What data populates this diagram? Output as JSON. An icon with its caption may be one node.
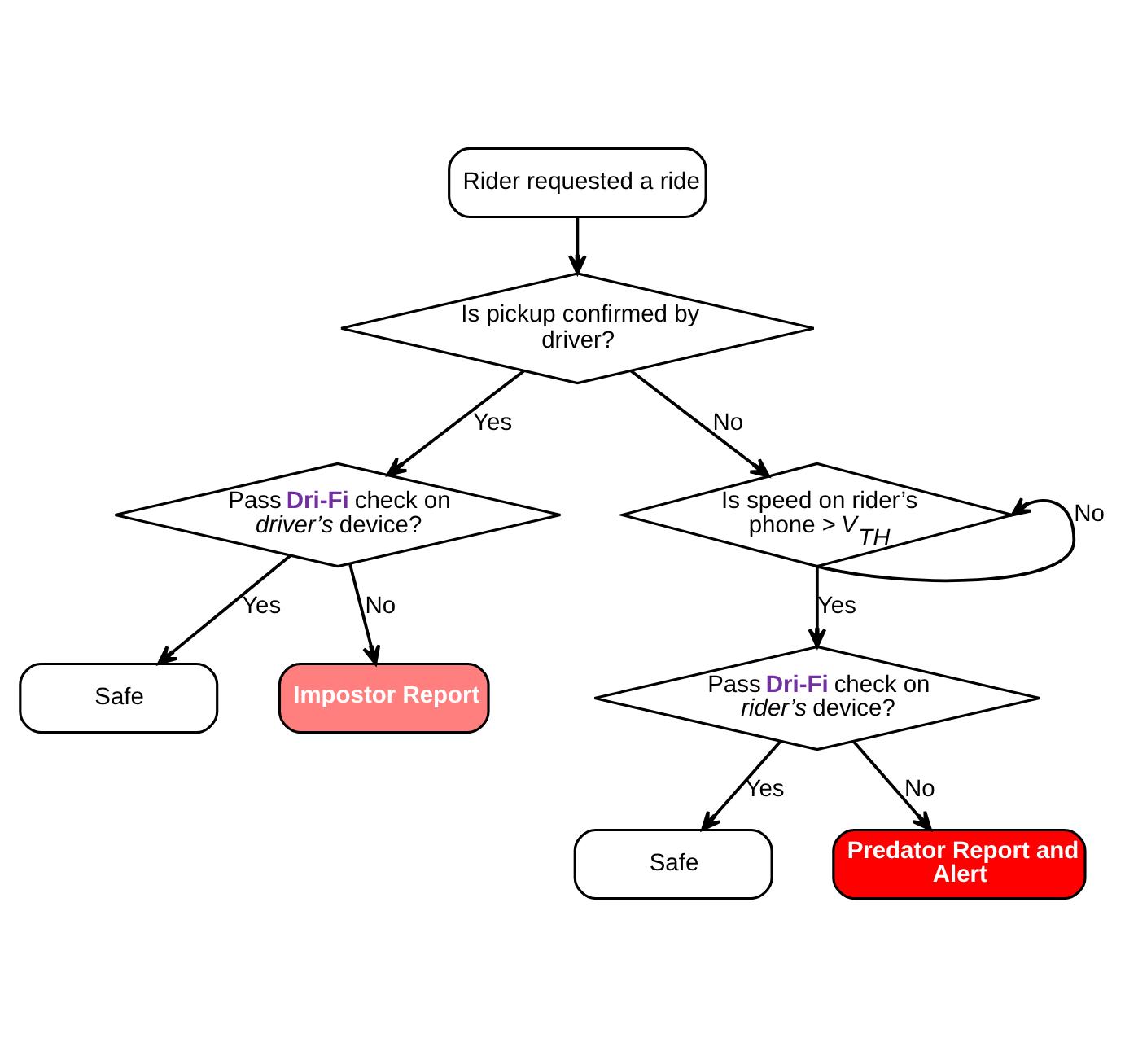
{
  "diagram": {
    "nodes": [
      {
        "text": [
          "Rider requested a ride"
        ]
      },
      {
        "text": [
          "Is pickup confirmed by driver?"
        ]
      },
      {
        "text": [
          "Pass **Dri-Fi** check on *driver’s* device?"
        ]
      },
      {
        "text": [
          "Is speed on rider’s phone > *V*$_{TH}$"
        ]
      },
      {
        "text": [
          "Safe"
        ]
      },
      {
        "text": [
          "Impostor Report"
        ]
      },
      {
        "text": [
          "Pass **Dri-Fi** check on *rider’s* device?"
        ]
      },
      {
        "text": [
          "Safe"
        ]
      },
      {
        "text": [
          "Predator Report and Alert"
        ]
      }
    ],
    "edges": [
      {
        "from": 0,
        "to": 1,
        "arrow": "to"
      },
      {
        "from": 1,
        "to": 2,
        "label": "Yes",
        "arrow": "to"
      },
      {
        "from": 1,
        "to": 3,
        "label": "No",
        "arrow": "to"
      },
      {
        "from": 2,
        "to": 4,
        "label": "Yes",
        "arrow": "to"
      },
      {
        "from": 2,
        "to": 5,
        "label": "No",
        "arrow": "to"
      },
      {
        "from": 3,
        "to": 3,
        "label": "No",
        "arrow": "to"
      },
      {
        "from": 3,
        "to": 6,
        "label": "Yes",
        "arrow": "to"
      },
      {
        "from": 6,
        "to": 7,
        "label": "Yes",
        "arrow": "to"
      },
      {
        "from": 6,
        "to": 8,
        "label": "No",
        "arrow": "to"
      }
    ]
  }
}
